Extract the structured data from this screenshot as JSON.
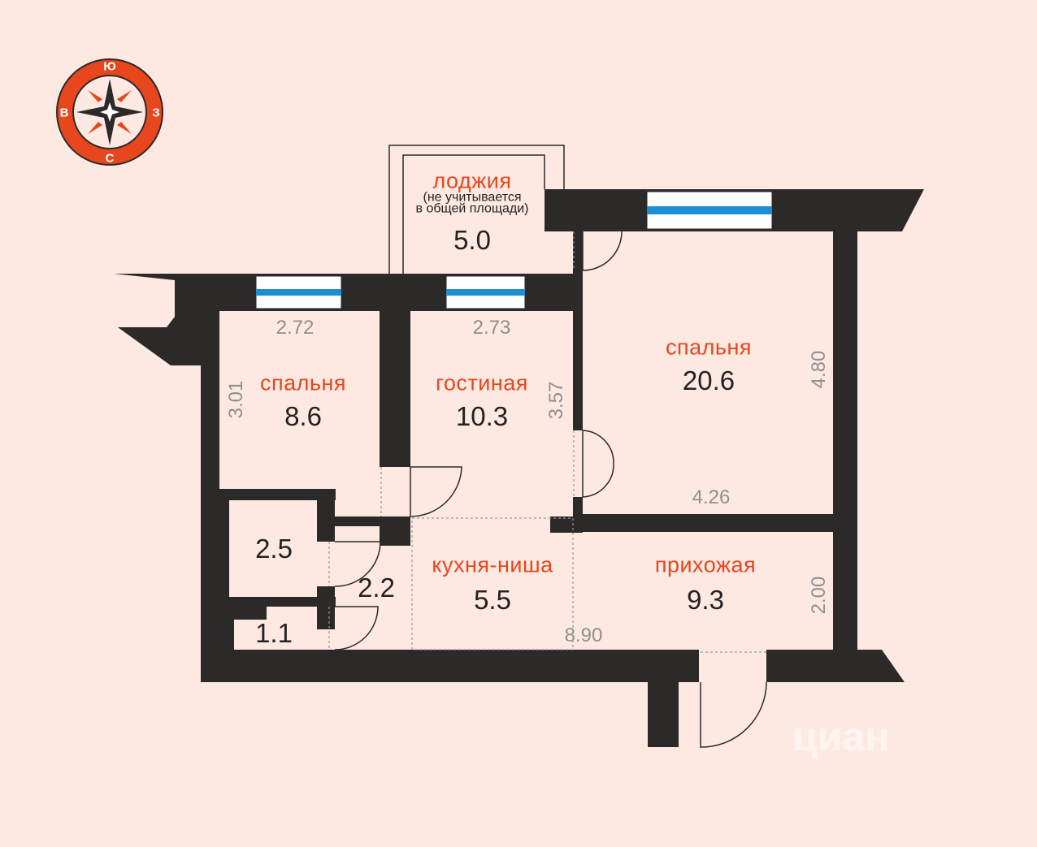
{
  "compass": {
    "top": "Ю",
    "bottom": "С",
    "left": "В",
    "right": "З"
  },
  "rooms": {
    "loggia": {
      "name": "лоджия",
      "note_line1": "(не учитывается",
      "note_line2": "в общей площади)",
      "area": "5.0"
    },
    "bedroom_small": {
      "name": "спальня",
      "area": "8.6"
    },
    "living": {
      "name": "гостиная",
      "area": "10.3"
    },
    "bedroom_large": {
      "name": "спальня",
      "area": "20.6"
    },
    "kitchen": {
      "name": "кухня-ниша",
      "area": "5.5"
    },
    "hallway": {
      "name": "прихожая",
      "area": "9.3"
    },
    "storage": {
      "area": "2.5"
    },
    "bathroom": {
      "area": "2.2"
    },
    "toilet": {
      "area": "1.1"
    }
  },
  "dimensions": {
    "d272": "2.72",
    "d273": "2.73",
    "d301": "3.01",
    "d357": "3.57",
    "d480": "4.80",
    "d426": "4.26",
    "d200": "2.00",
    "d890": "8.90"
  },
  "watermark": {
    "brand": "циан"
  },
  "colors": {
    "wall": "#2b2a29",
    "accent": "#e8461c",
    "window": "#1a8fd6",
    "background": "#fde9e2"
  }
}
